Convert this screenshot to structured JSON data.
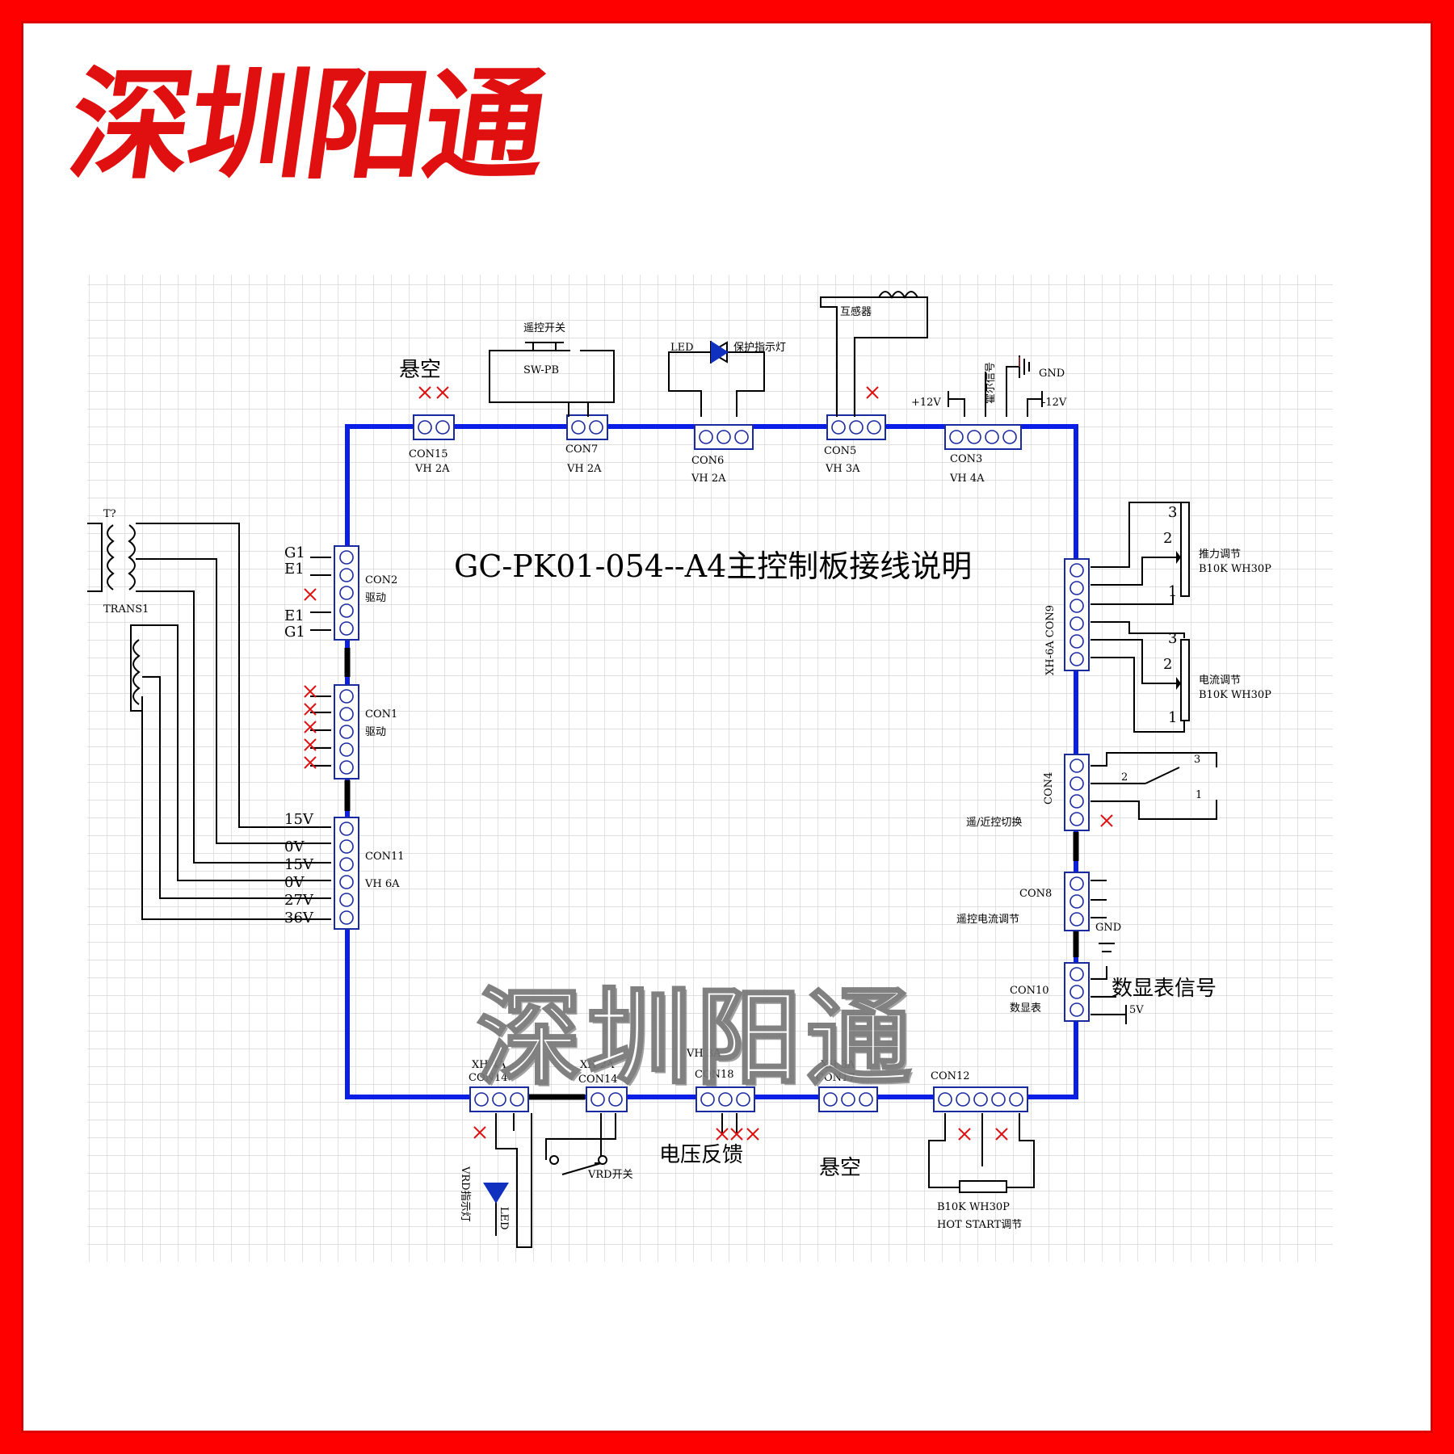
{
  "brand_text": "深圳阳通",
  "title": "GC-PK01-054--A4主控制板接线说明",
  "watermark": "深圳阳通",
  "colors": {
    "frame": "#ff0000",
    "bus": "#0a1ee6",
    "grid": "#d6d6d6",
    "connector": "#1a2aa0",
    "x_mark": "#e01010",
    "brand": "#e01010"
  },
  "labels": {
    "con15": "CON15",
    "con15_type": "VH 2A",
    "con15_note": "悬空",
    "con7": "CON7",
    "con7_type": "VH 2A",
    "sw_name": "遥控开关",
    "sw_part": "SW-PB",
    "con6": "CON6",
    "con6_type": "VH 2A",
    "led": "LED",
    "led_note": "保护指示灯",
    "con5": "CON5",
    "con5_type": "VH 3A",
    "sensor": "互感器",
    "con3": "CON3",
    "con3_type": "VH 4A",
    "p12": "+12V",
    "gnd": "GND",
    "n12": "-12V",
    "hall": "霍尔信号",
    "trans_ref": "T?",
    "trans_name": "TRANS1",
    "con2": "CON2",
    "con2_note": "驱动",
    "g1": "G1",
    "e1": "E1",
    "con1": "CON1",
    "con1_note": "驱动",
    "con11": "CON11",
    "con11_type": "VH 6A",
    "v15": "15V",
    "v0": "0V",
    "v27": "27V",
    "v36": "36V",
    "con9": "XH-6A  CON9",
    "pot1_note": "推力调节",
    "pot2_note": "电流调节",
    "pot_part": "B10K WH30P",
    "pin1": "1",
    "pin2": "2",
    "pin3": "3",
    "con4": "CON4",
    "con4_note": "遥/近控切换",
    "con8": "CON8",
    "con8_note": "遥控电流调节",
    "con10": "CON10",
    "con10_note": "数显表",
    "display_signal": "数显表信号",
    "v5": "5V",
    "xh4a": "XH 4A",
    "con14": "CON14",
    "vrd_led": "VRD指示灯",
    "led2": "LED",
    "xh2a": "XH 2A",
    "con16": "CON14",
    "vrd_switch": "VRD开关",
    "vh3a": "VH 3A",
    "con18": "CON18",
    "voltage_feedback": "电压反馈",
    "xh3a": "XH 3A",
    "con17": "CON17",
    "floating": "悬空",
    "con12": "CON12",
    "hot_pot": "B10K WH30P",
    "hot_start": "HOT START调节"
  }
}
